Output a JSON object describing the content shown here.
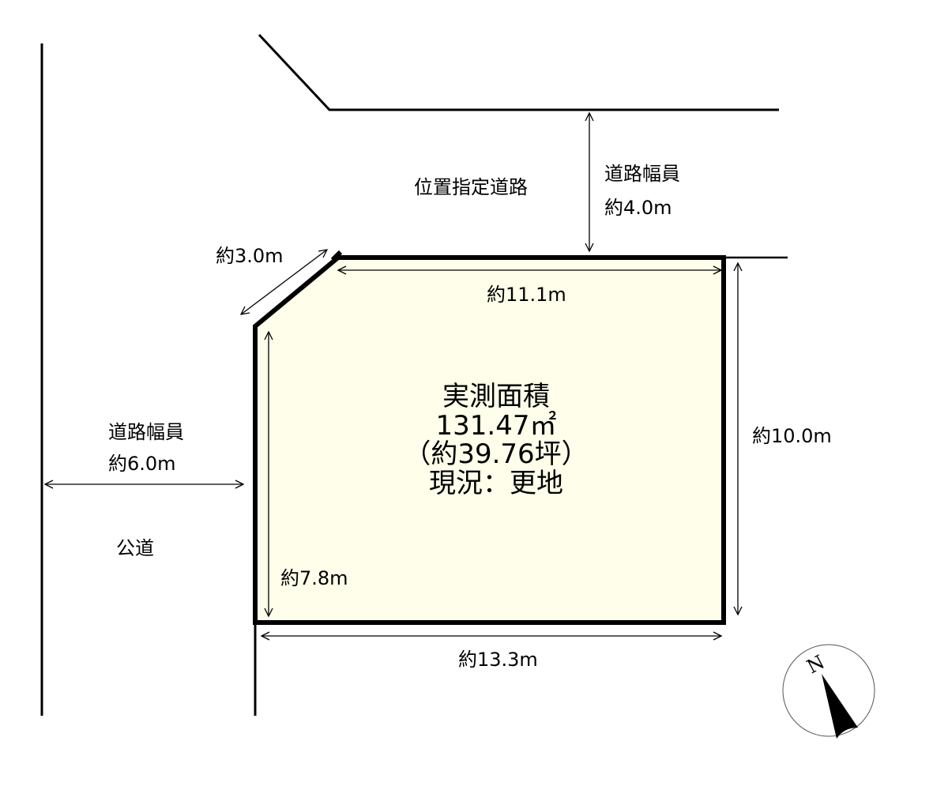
{
  "diagram": {
    "type": "site-plan",
    "lot_fill_color": "#fefeeb",
    "line_color": "#000000",
    "area_block": {
      "title": "実測面積",
      "area_sqm": "131.47㎡",
      "area_tsubo": "（約39.76坪）",
      "status": "現況：更地"
    },
    "north_road": {
      "name": "位置指定道路",
      "width_label": "道路幅員",
      "width_value": "約4.0m"
    },
    "west_road": {
      "name": "公道",
      "width_label": "道路幅員",
      "width_value": "約6.0m"
    },
    "dimensions": {
      "corner_cut": "約3.0m",
      "north_side": "約11.1m",
      "east_side": "約10.0m",
      "west_side": "約7.8m",
      "south_side": "約13.3m"
    },
    "compass": {
      "label": "N"
    }
  }
}
